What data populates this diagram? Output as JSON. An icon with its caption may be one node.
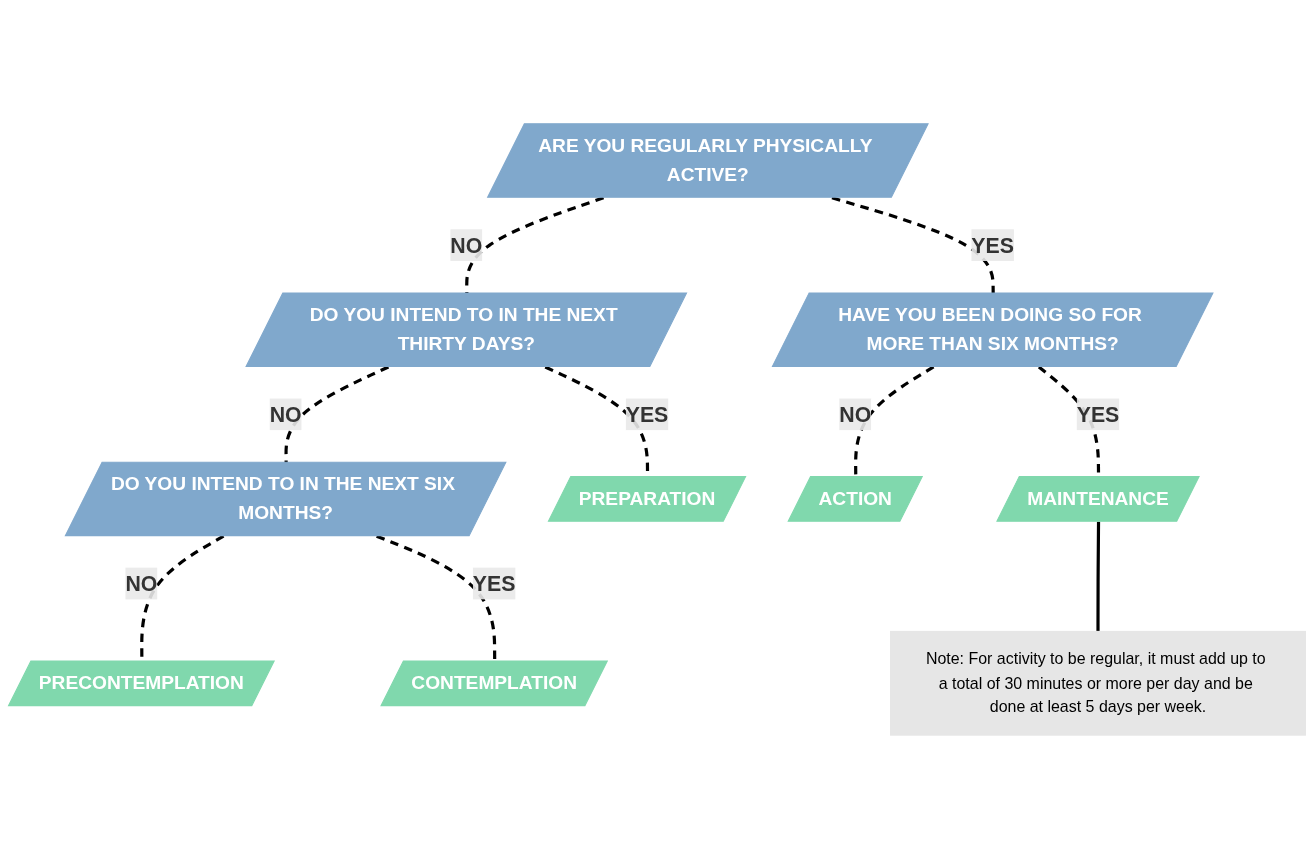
{
  "diagram": {
    "nodes": [
      {
        "text": [
          "ARE YOU REGULARLY PHYSICALLY ACTIVE?"
        ]
      },
      {
        "text": [
          "DO YOU INTEND TO IN THE NEXT THIRTY DAYS?"
        ]
      },
      {
        "text": [
          "HAVE YOU BEEN DOING SO FOR MORE THAN SIX MONTHS?"
        ]
      },
      {
        "text": [
          "DO YOU INTEND TO IN THE NEXT SIX MONTHS?"
        ]
      },
      {
        "text": [
          "PREPARATION"
        ]
      },
      {
        "text": [
          "ACTION"
        ]
      },
      {
        "text": [
          "MAINTENANCE"
        ]
      },
      {
        "text": [
          "PRECONTEMPLATION"
        ]
      },
      {
        "text": [
          "CONTEMPLATION"
        ]
      },
      {
        "text": [
          "Note: For activity to be regular, it must add up to a total of 30 minutes or more per day and be done at least 5 days per week."
        ]
      }
    ],
    "edges": [
      {
        "from": 0,
        "to": 1,
        "arrow": "none",
        "label": "NO",
        "style": "dashed"
      },
      {
        "from": 0,
        "to": 2,
        "arrow": "none",
        "label": "YES",
        "style": "dashed"
      },
      {
        "from": 1,
        "to": 3,
        "arrow": "none",
        "label": "NO",
        "style": "dashed"
      },
      {
        "from": 1,
        "to": 4,
        "arrow": "none",
        "label": "YES",
        "style": "dashed"
      },
      {
        "from": 2,
        "to": 5,
        "arrow": "none",
        "label": "NO",
        "style": "dashed"
      },
      {
        "from": 2,
        "to": 6,
        "arrow": "none",
        "label": "YES",
        "style": "dashed"
      },
      {
        "from": 3,
        "to": 7,
        "arrow": "none",
        "label": "NO",
        "style": "dashed"
      },
      {
        "from": 3,
        "to": 8,
        "arrow": "none",
        "label": "YES",
        "style": "dashed"
      },
      {
        "from": 6,
        "to": 9,
        "arrow": "none"
      }
    ]
  }
}
